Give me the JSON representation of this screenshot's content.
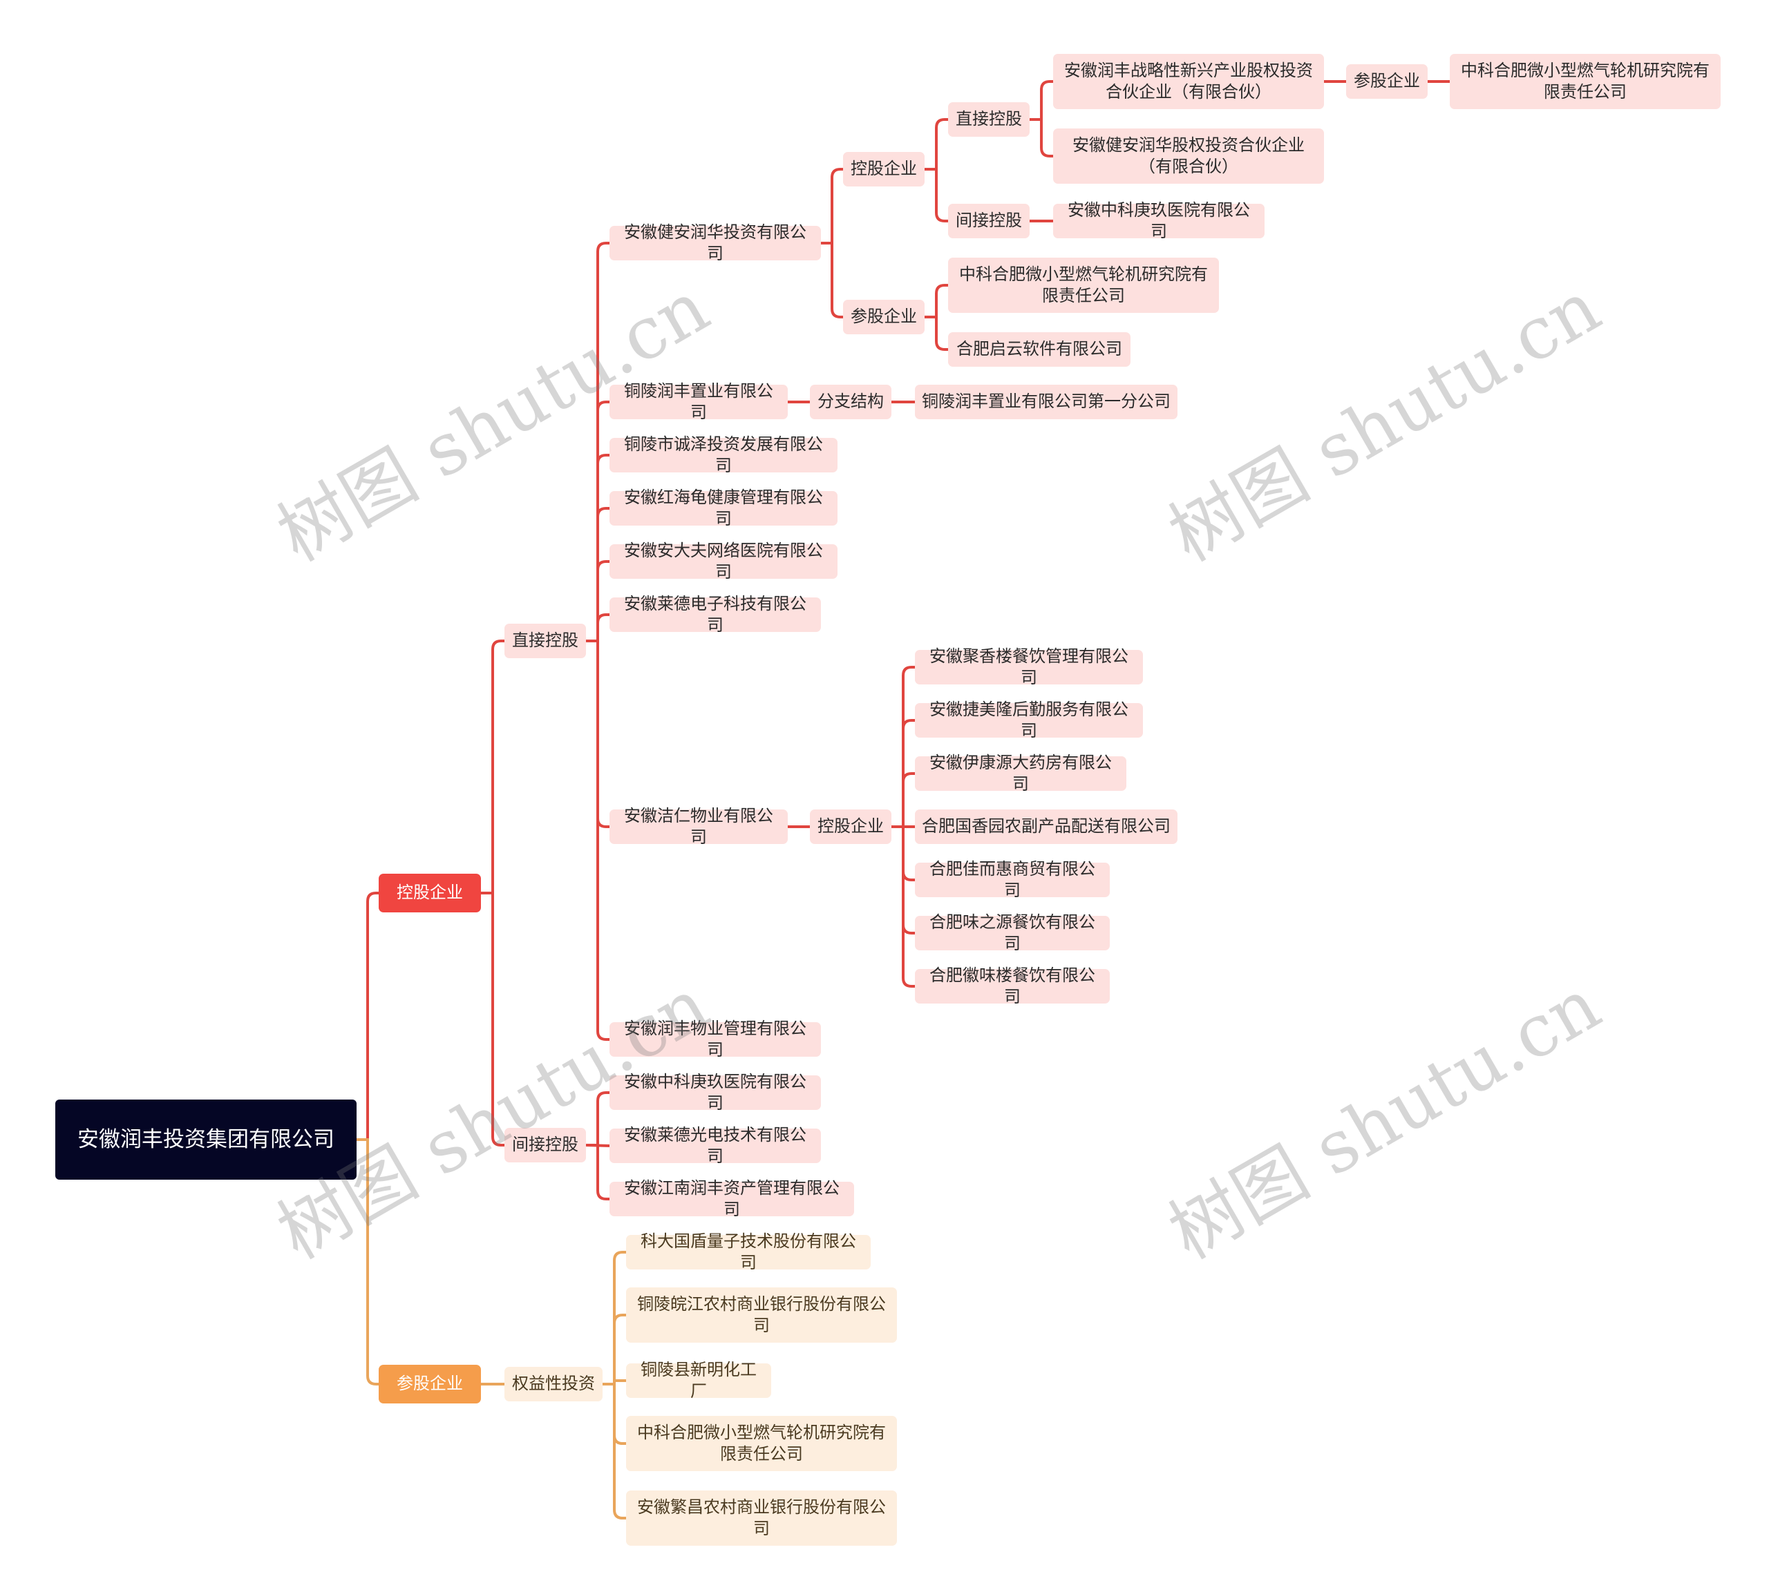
{
  "colors": {
    "root_bg": "#050625",
    "red_branch": "#e0453f",
    "red_l1": "#f04540",
    "orange_branch": "#e9a55b",
    "orange_l1": "#f59d4b",
    "red_node_bg": "#fde0de",
    "orange_node_bg": "#fdeede"
  },
  "watermark_text": "树图 shutu.cn",
  "root": "安徽润丰投资集团有限公司",
  "nodes": {
    "kgqy": "控股企业",
    "cgqy": "参股企业",
    "zjkg": "直接控股",
    "jjkg": "间接控股",
    "qyxtz": "权益性投资",
    "jarh": "安徽健安润华投资有限公司",
    "kgqy2": "控股企业",
    "zjkg2": "直接控股",
    "rfzl": "安徽润丰战略性新兴产业股权投资合伙企业（有限合伙）",
    "cgqy3": "参股企业",
    "zkhf1": "中科合肥微小型燃气轮机研究院有限责任公司",
    "jarhgq": "安徽健安润华股权投资合伙企业（有限合伙）",
    "jjkg2": "间接控股",
    "zkgj1": "安徽中科庚玖医院有限公司",
    "cgqy2": "参股企业",
    "zkhf2": "中科合肥微小型燃气轮机研究院有限责任公司",
    "qyrj": "合肥启云软件有限公司",
    "tlrf": "铜陵润丰置业有限公司",
    "fzjg": "分支结构",
    "tlrf1": "铜陵润丰置业有限公司第一分公司",
    "tlcz": "铜陵市诚泽投资发展有限公司",
    "hhg": "安徽红海龟健康管理有限公司",
    "addf": "安徽安大夫网络医院有限公司",
    "lddz": "安徽莱德电子科技有限公司",
    "jrwy": "安徽洁仁物业有限公司",
    "kgqy4": "控股企业",
    "jxl": "安徽聚香楼餐饮管理有限公司",
    "jml": "安徽捷美隆后勤服务有限公司",
    "ykj": "安徽伊康源大药房有限公司",
    "xyny": "合肥国香园农副产品配送有限公司",
    "jeh": "合肥佳而惠商贸有限公司",
    "wzy": "合肥味之源餐饮有限公司",
    "hwl": "合肥徽味楼餐饮有限公司",
    "rfwy": "安徽润丰物业管理有限公司",
    "zkgj2": "安徽中科庚玖医院有限公司",
    "ldgd": "安徽莱德光电技术有限公司",
    "jnrf": "安徽江南润丰资产管理有限公司",
    "kdgd": "科大国盾量子技术股份有限公司",
    "tlwj": "铜陵皖江农村商业银行股份有限公司",
    "xmhg": "铜陵县新明化工厂",
    "zkhf3": "中科合肥微小型燃气轮机研究院有限责任公司",
    "fcnc": "安徽繁昌农村商业银行股份有限公司"
  }
}
